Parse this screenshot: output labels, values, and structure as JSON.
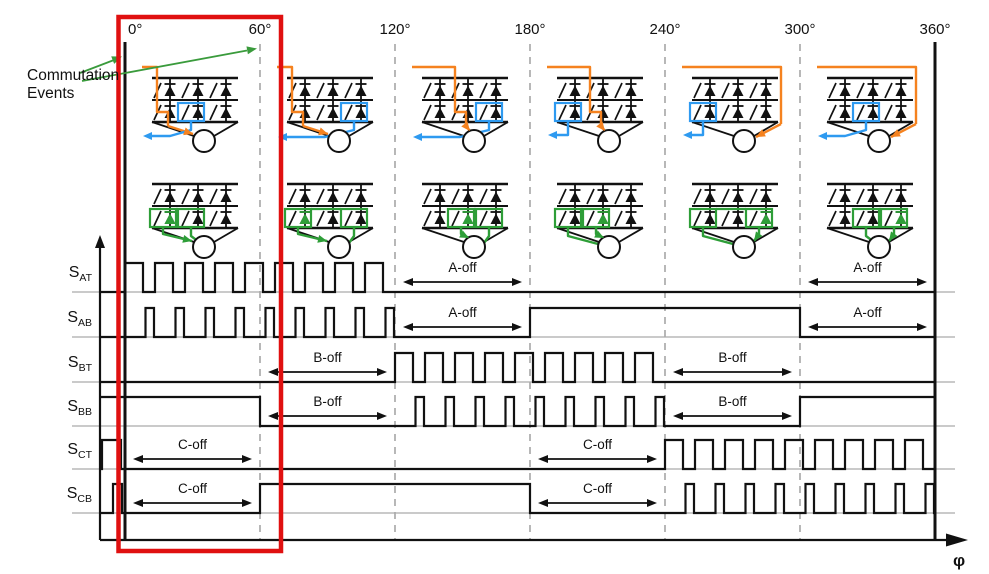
{
  "annotation": {
    "line1": "Commutation",
    "line2": "Events"
  },
  "axis": {
    "phi_label": "φ",
    "deg_start": 0,
    "deg_end": 360,
    "ticks": [
      {
        "label": "0°",
        "deg": 0,
        "style": "solid"
      },
      {
        "label": "60°",
        "deg": 60,
        "style": "dashed"
      },
      {
        "label": "120°",
        "deg": 120,
        "style": "dashed"
      },
      {
        "label": "180°",
        "deg": 180,
        "style": "dashed"
      },
      {
        "label": "240°",
        "deg": 240,
        "style": "dashed"
      },
      {
        "label": "300°",
        "deg": 300,
        "style": "dashed"
      },
      {
        "label": "360°",
        "deg": 360,
        "style": "solid"
      }
    ]
  },
  "highlight_box": {
    "from_deg": 0,
    "to_deg": 60
  },
  "signals": [
    {
      "main": "S",
      "sub": "AT",
      "pre": "low",
      "segments": [
        {
          "type": "pwm_top",
          "from": 0,
          "to": 120
        },
        {
          "type": "low",
          "from": 120,
          "to": 360
        }
      ],
      "off_labels": [
        {
          "text": "A-off",
          "from": 120,
          "to": 180
        },
        {
          "text": "A-off",
          "from": 300,
          "to": 360
        }
      ]
    },
    {
      "main": "S",
      "sub": "AB",
      "pre": "low",
      "segments": [
        {
          "type": "pwm_bottom",
          "from": 0,
          "to": 120
        },
        {
          "type": "low",
          "from": 120,
          "to": 180
        },
        {
          "type": "high",
          "from": 180,
          "to": 300
        },
        {
          "type": "low",
          "from": 300,
          "to": 360
        }
      ],
      "off_labels": [
        {
          "text": "A-off",
          "from": 120,
          "to": 180
        },
        {
          "text": "A-off",
          "from": 300,
          "to": 360
        }
      ]
    },
    {
      "main": "S",
      "sub": "BT",
      "pre": "low",
      "segments": [
        {
          "type": "low",
          "from": 0,
          "to": 120
        },
        {
          "type": "pwm_top",
          "from": 120,
          "to": 240
        },
        {
          "type": "low",
          "from": 240,
          "to": 360
        }
      ],
      "off_labels": [
        {
          "text": "B-off",
          "from": 60,
          "to": 120
        },
        {
          "text": "B-off",
          "from": 240,
          "to": 300
        }
      ]
    },
    {
      "main": "S",
      "sub": "BB",
      "pre": "high",
      "segments": [
        {
          "type": "high",
          "from": 0,
          "to": 60
        },
        {
          "type": "low",
          "from": 60,
          "to": 120
        },
        {
          "type": "pwm_bottom",
          "from": 120,
          "to": 240
        },
        {
          "type": "low",
          "from": 240,
          "to": 300
        },
        {
          "type": "high",
          "from": 300,
          "to": 360
        }
      ],
      "off_labels": [
        {
          "text": "B-off",
          "from": 60,
          "to": 120
        },
        {
          "text": "B-off",
          "from": 240,
          "to": 300
        }
      ]
    },
    {
      "main": "S",
      "sub": "CT",
      "pre": "pwm_top_tail",
      "segments": [
        {
          "type": "low",
          "from": 0,
          "to": 240
        },
        {
          "type": "pwm_top",
          "from": 240,
          "to": 360
        }
      ],
      "off_labels": [
        {
          "text": "C-off",
          "from": 0,
          "to": 60
        },
        {
          "text": "C-off",
          "from": 180,
          "to": 240
        }
      ]
    },
    {
      "main": "S",
      "sub": "CB",
      "pre": "pwm_bottom_tail",
      "segments": [
        {
          "type": "low",
          "from": 0,
          "to": 60
        },
        {
          "type": "high",
          "from": 60,
          "to": 180
        },
        {
          "type": "low",
          "from": 180,
          "to": 240
        },
        {
          "type": "pwm_bottom",
          "from": 240,
          "to": 360
        }
      ],
      "off_labels": [
        {
          "text": "C-off",
          "from": 0,
          "to": 60
        },
        {
          "text": "C-off",
          "from": 180,
          "to": 240
        }
      ]
    }
  ],
  "inverter_sectors": [
    {
      "from_deg": 0,
      "to_deg": 60,
      "top": {
        "source_leg": "A",
        "return_leg": "B"
      },
      "bottom": {
        "diode_leg": "A",
        "switch_leg": "B"
      }
    },
    {
      "from_deg": 60,
      "to_deg": 120,
      "top": {
        "source_leg": "A",
        "return_leg": "C"
      },
      "bottom": {
        "diode_leg": "A",
        "switch_leg": "C"
      }
    },
    {
      "from_deg": 120,
      "to_deg": 180,
      "top": {
        "source_leg": "B",
        "return_leg": "C"
      },
      "bottom": {
        "diode_leg": "B",
        "switch_leg": "C"
      }
    },
    {
      "from_deg": 180,
      "to_deg": 240,
      "top": {
        "source_leg": "B",
        "return_leg": "A"
      },
      "bottom": {
        "diode_leg": "B",
        "switch_leg": "A"
      }
    },
    {
      "from_deg": 240,
      "to_deg": 300,
      "top": {
        "source_leg": "C",
        "return_leg": "A"
      },
      "bottom": {
        "diode_leg": "C",
        "switch_leg": "A"
      }
    },
    {
      "from_deg": 300,
      "to_deg": 360,
      "top": {
        "source_leg": "C",
        "return_leg": "B"
      },
      "bottom": {
        "diode_leg": "C",
        "switch_leg": "B"
      }
    }
  ],
  "colors": {
    "source_path": "#f5821f",
    "return_path": "#2e9af0",
    "freewheel_path": "#2e9e38",
    "annotation_arrow": "#3a9b3c",
    "highlight_box": "#e01010",
    "grid": "#ababab",
    "baseline": "#b9b9b9",
    "ink": "#111111"
  }
}
